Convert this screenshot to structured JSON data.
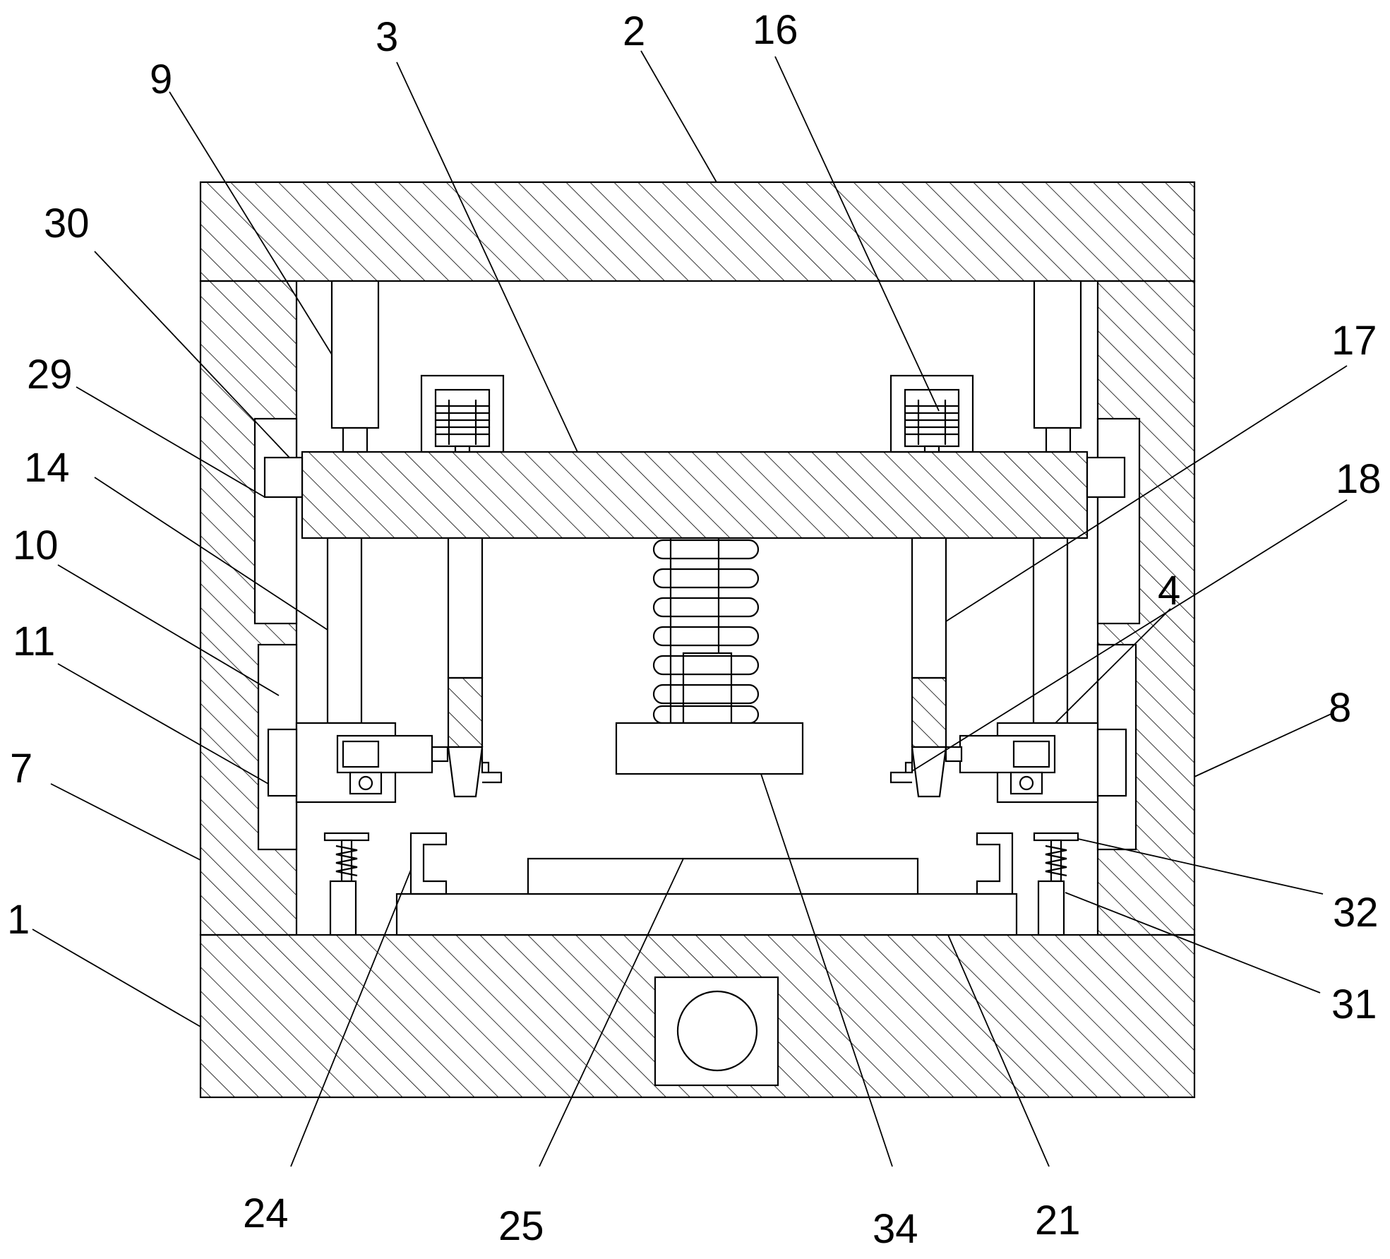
{
  "labels": [
    {
      "id": "1",
      "text": "1"
    },
    {
      "id": "2",
      "text": "2"
    },
    {
      "id": "3",
      "text": "3"
    },
    {
      "id": "4",
      "text": "4"
    },
    {
      "id": "7",
      "text": "7"
    },
    {
      "id": "8",
      "text": "8"
    },
    {
      "id": "9",
      "text": "9"
    },
    {
      "id": "10",
      "text": "10"
    },
    {
      "id": "11",
      "text": "11"
    },
    {
      "id": "14",
      "text": "14"
    },
    {
      "id": "16",
      "text": "16"
    },
    {
      "id": "17",
      "text": "17"
    },
    {
      "id": "18",
      "text": "18"
    },
    {
      "id": "21",
      "text": "21"
    },
    {
      "id": "24",
      "text": "24"
    },
    {
      "id": "25",
      "text": "25"
    },
    {
      "id": "29",
      "text": "29"
    },
    {
      "id": "30",
      "text": "30"
    },
    {
      "id": "31",
      "text": "31"
    },
    {
      "id": "32",
      "text": "32"
    },
    {
      "id": "34",
      "text": "34"
    }
  ]
}
